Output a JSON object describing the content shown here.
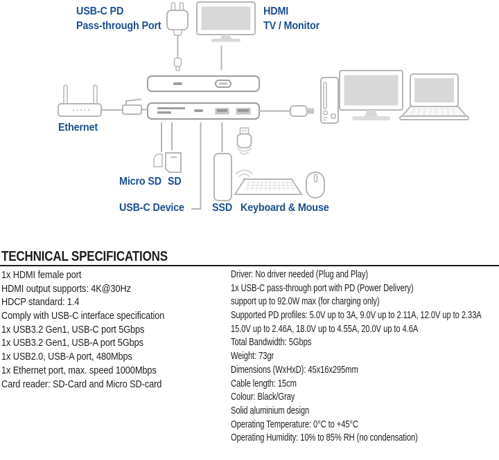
{
  "colors": {
    "accent_blue": "#1b4f8f",
    "icon_gray": "#b6b6b6",
    "hub_gray": "#9d9d9d",
    "text": "#1d1d1b"
  },
  "diagram": {
    "labels": {
      "usbc_pd": [
        "USB-C PD",
        "Pass-through Port"
      ],
      "hdmi": [
        "HDMI",
        "TV / Monitor"
      ],
      "ethernet": "Ethernet",
      "micro_sd": "Micro SD",
      "sd": "SD",
      "usbc_device": "USB-C Device",
      "ssd": "SSD",
      "keyboard_mouse": "Keyboard & Mouse"
    },
    "icons": [
      "power-adapter-icon",
      "tv-icon",
      "hub-top-view-icon",
      "hub-bottom-view-icon",
      "usb-c-plug-icon",
      "router-icon",
      "ethernet-cable-icon",
      "desktop-pc-icon",
      "monitor-icon",
      "laptop-icon",
      "micro-sd-card-icon",
      "sd-card-icon",
      "ssd-icon",
      "usb-receiver-icon",
      "wifi-waves-icon",
      "keyboard-icon",
      "mouse-icon"
    ]
  },
  "specs": {
    "heading": "TECHNICAL SPECIFICATIONS",
    "left_column": [
      "1x HDMI female port",
      "HDMI output supports: 4K@30Hz",
      "HDCP standard: 1.4",
      "Comply with USB-C interface specification",
      "1x USB3.2 Gen1, USB-C port 5Gbps",
      "1x USB3.2 Gen1, USB-A port 5Gbps",
      "1x USB2.0, USB-A port, 480Mbps",
      "1x Ethernet port, max. speed 1000Mbps",
      "Card reader: SD-Card and Micro SD-card"
    ],
    "right_column": [
      "Driver: No driver needed (Plug and Play)",
      "1x USB-C pass-through port with PD (Power Delivery)",
      "support up to 92.0W max (for charging only)",
      "Supported PD profiles: 5.0V up to 3A, 9.0V up to 2.11A, 12.0V up to 2.33A",
      "15.0V up to 2.46A, 18.0V up to 4.55A, 20.0V up to 4.6A",
      "Total Bandwidth: 5Gbps",
      "Weight: 73gr",
      "Dimensions (WxHxD): 45x16x295mm",
      "Cable length: 15cm",
      "Colour: Black/Gray",
      "Solid aluminium design",
      "Operating Temperature: 0°C to +45°C",
      "Operating Humidity: 10% to 85% RH (no condensation)"
    ]
  }
}
